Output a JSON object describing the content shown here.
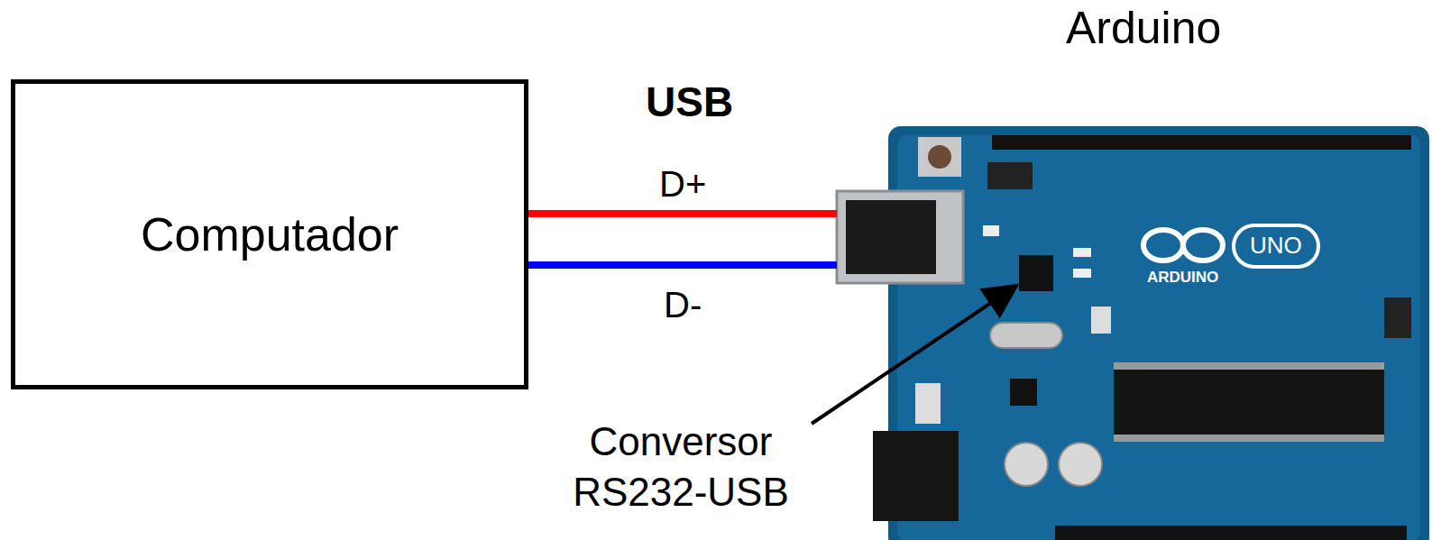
{
  "diagram": {
    "nodes": [
      {
        "text": [
          "Computador"
        ]
      },
      {
        "text": [
          "Arduino"
        ]
      }
    ],
    "edges": [
      {
        "from": 0,
        "to": 1,
        "arrow": "none",
        "label": "D+"
      },
      {
        "from": 0,
        "to": 1,
        "arrow": "none",
        "label": "D-"
      }
    ],
    "labels": [
      "USB",
      "Conversor RS232-USB",
      "ARDUINO",
      "UNO"
    ]
  }
}
